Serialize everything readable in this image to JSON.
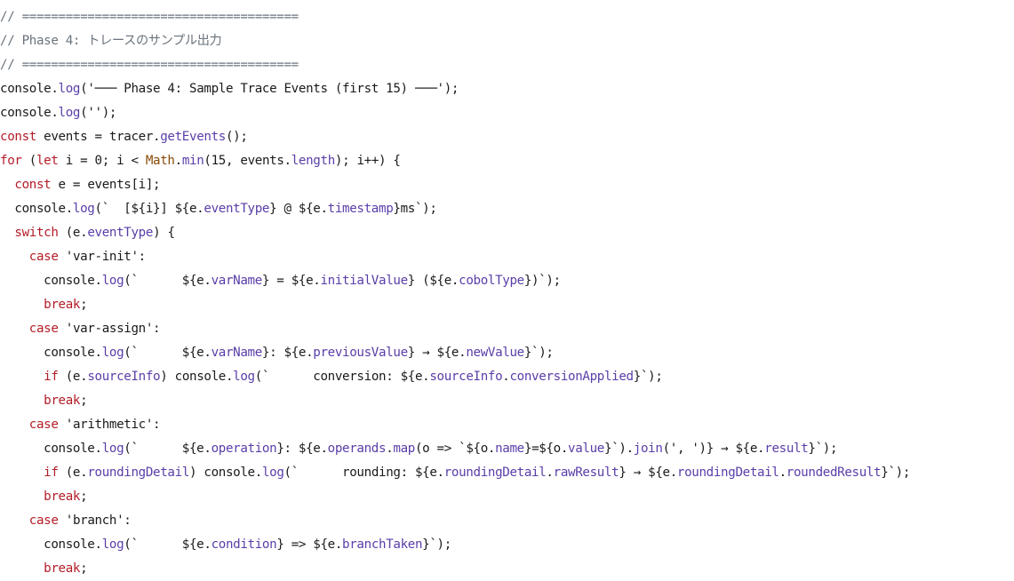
{
  "editor": {
    "lines": [
      [
        {
          "t": "// ======================================",
          "k": "comment"
        }
      ],
      [
        {
          "t": "// Phase 4: トレースのサンプル出力",
          "k": "comment"
        }
      ],
      [
        {
          "t": "// ======================================",
          "k": "comment"
        }
      ],
      [
        {
          "t": "console.",
          "k": "plain"
        },
        {
          "t": "log",
          "k": "property"
        },
        {
          "t": "('─── Phase 4: Sample Trace Events (first 15) ───');",
          "k": "plain"
        }
      ],
      [
        {
          "t": "console.",
          "k": "plain"
        },
        {
          "t": "log",
          "k": "property"
        },
        {
          "t": "('');",
          "k": "plain"
        }
      ],
      [
        {
          "t": "const",
          "k": "keyword"
        },
        {
          "t": " events = tracer.",
          "k": "plain"
        },
        {
          "t": "getEvents",
          "k": "property"
        },
        {
          "t": "();",
          "k": "plain"
        }
      ],
      [
        {
          "t": "for",
          "k": "keyword"
        },
        {
          "t": " (",
          "k": "plain"
        },
        {
          "t": "let",
          "k": "keyword"
        },
        {
          "t": " i = 0; i < ",
          "k": "plain"
        },
        {
          "t": "Math",
          "k": "builtin"
        },
        {
          "t": ".",
          "k": "plain"
        },
        {
          "t": "min",
          "k": "property"
        },
        {
          "t": "(15, events.",
          "k": "plain"
        },
        {
          "t": "length",
          "k": "property"
        },
        {
          "t": "); i++) {",
          "k": "plain"
        }
      ],
      [
        {
          "t": "  ",
          "k": "plain"
        },
        {
          "t": "const",
          "k": "keyword"
        },
        {
          "t": " e = events[i];",
          "k": "plain"
        }
      ],
      [
        {
          "t": "  console.",
          "k": "plain"
        },
        {
          "t": "log",
          "k": "property"
        },
        {
          "t": "(`  [${i}] ${e.",
          "k": "plain"
        },
        {
          "t": "eventType",
          "k": "property"
        },
        {
          "t": "} @ ${e.",
          "k": "plain"
        },
        {
          "t": "timestamp",
          "k": "property"
        },
        {
          "t": "}ms`);",
          "k": "plain"
        }
      ],
      [
        {
          "t": "  ",
          "k": "plain"
        },
        {
          "t": "switch",
          "k": "keyword"
        },
        {
          "t": " (e.",
          "k": "plain"
        },
        {
          "t": "eventType",
          "k": "property"
        },
        {
          "t": ") {",
          "k": "plain"
        }
      ],
      [
        {
          "t": "    ",
          "k": "plain"
        },
        {
          "t": "case",
          "k": "keyword"
        },
        {
          "t": " 'var-init':",
          "k": "plain"
        }
      ],
      [
        {
          "t": "      console.",
          "k": "plain"
        },
        {
          "t": "log",
          "k": "property"
        },
        {
          "t": "(`      ${e.",
          "k": "plain"
        },
        {
          "t": "varName",
          "k": "property"
        },
        {
          "t": "} = ${e.",
          "k": "plain"
        },
        {
          "t": "initialValue",
          "k": "property"
        },
        {
          "t": "} (${e.",
          "k": "plain"
        },
        {
          "t": "cobolType",
          "k": "property"
        },
        {
          "t": "})`);",
          "k": "plain"
        }
      ],
      [
        {
          "t": "      ",
          "k": "plain"
        },
        {
          "t": "break",
          "k": "keyword"
        },
        {
          "t": ";",
          "k": "plain"
        }
      ],
      [
        {
          "t": "    ",
          "k": "plain"
        },
        {
          "t": "case",
          "k": "keyword"
        },
        {
          "t": " 'var-assign':",
          "k": "plain"
        }
      ],
      [
        {
          "t": "      console.",
          "k": "plain"
        },
        {
          "t": "log",
          "k": "property"
        },
        {
          "t": "(`      ${e.",
          "k": "plain"
        },
        {
          "t": "varName",
          "k": "property"
        },
        {
          "t": "}: ${e.",
          "k": "plain"
        },
        {
          "t": "previousValue",
          "k": "property"
        },
        {
          "t": "} → ${e.",
          "k": "plain"
        },
        {
          "t": "newValue",
          "k": "property"
        },
        {
          "t": "}`);",
          "k": "plain"
        }
      ],
      [
        {
          "t": "      ",
          "k": "plain"
        },
        {
          "t": "if",
          "k": "keyword"
        },
        {
          "t": " (e.",
          "k": "plain"
        },
        {
          "t": "sourceInfo",
          "k": "property"
        },
        {
          "t": ") console.",
          "k": "plain"
        },
        {
          "t": "log",
          "k": "property"
        },
        {
          "t": "(`      conversion: ${e.",
          "k": "plain"
        },
        {
          "t": "sourceInfo",
          "k": "property"
        },
        {
          "t": ".",
          "k": "plain"
        },
        {
          "t": "conversionApplied",
          "k": "property"
        },
        {
          "t": "}`);",
          "k": "plain"
        }
      ],
      [
        {
          "t": "      ",
          "k": "plain"
        },
        {
          "t": "break",
          "k": "keyword"
        },
        {
          "t": ";",
          "k": "plain"
        }
      ],
      [
        {
          "t": "    ",
          "k": "plain"
        },
        {
          "t": "case",
          "k": "keyword"
        },
        {
          "t": " 'arithmetic':",
          "k": "plain"
        }
      ],
      [
        {
          "t": "      console.",
          "k": "plain"
        },
        {
          "t": "log",
          "k": "property"
        },
        {
          "t": "(`      ${e.",
          "k": "plain"
        },
        {
          "t": "operation",
          "k": "property"
        },
        {
          "t": "}: ${e.",
          "k": "plain"
        },
        {
          "t": "operands",
          "k": "property"
        },
        {
          "t": ".",
          "k": "plain"
        },
        {
          "t": "map",
          "k": "property"
        },
        {
          "t": "(o => `${o.",
          "k": "plain"
        },
        {
          "t": "name",
          "k": "property"
        },
        {
          "t": "}=${o.",
          "k": "plain"
        },
        {
          "t": "value",
          "k": "property"
        },
        {
          "t": "}`).",
          "k": "plain"
        },
        {
          "t": "join",
          "k": "property"
        },
        {
          "t": "(', ')} → ${e.",
          "k": "plain"
        },
        {
          "t": "result",
          "k": "property"
        },
        {
          "t": "}`);",
          "k": "plain"
        }
      ],
      [
        {
          "t": "      ",
          "k": "plain"
        },
        {
          "t": "if",
          "k": "keyword"
        },
        {
          "t": " (e.",
          "k": "plain"
        },
        {
          "t": "roundingDetail",
          "k": "property"
        },
        {
          "t": ") console.",
          "k": "plain"
        },
        {
          "t": "log",
          "k": "property"
        },
        {
          "t": "(`      rounding: ${e.",
          "k": "plain"
        },
        {
          "t": "roundingDetail",
          "k": "property"
        },
        {
          "t": ".",
          "k": "plain"
        },
        {
          "t": "rawResult",
          "k": "property"
        },
        {
          "t": "} → ${e.",
          "k": "plain"
        },
        {
          "t": "roundingDetail",
          "k": "property"
        },
        {
          "t": ".",
          "k": "plain"
        },
        {
          "t": "roundedResult",
          "k": "property"
        },
        {
          "t": "}`);",
          "k": "plain"
        }
      ],
      [
        {
          "t": "      ",
          "k": "plain"
        },
        {
          "t": "break",
          "k": "keyword"
        },
        {
          "t": ";",
          "k": "plain"
        }
      ],
      [
        {
          "t": "    ",
          "k": "plain"
        },
        {
          "t": "case",
          "k": "keyword"
        },
        {
          "t": " 'branch':",
          "k": "plain"
        }
      ],
      [
        {
          "t": "      console.",
          "k": "plain"
        },
        {
          "t": "log",
          "k": "property"
        },
        {
          "t": "(`      ${e.",
          "k": "plain"
        },
        {
          "t": "condition",
          "k": "property"
        },
        {
          "t": "} => ${e.",
          "k": "plain"
        },
        {
          "t": "branchTaken",
          "k": "property"
        },
        {
          "t": "}`);",
          "k": "plain"
        }
      ],
      [
        {
          "t": "      ",
          "k": "plain"
        },
        {
          "t": "break",
          "k": "keyword"
        },
        {
          "t": ";",
          "k": "plain"
        }
      ]
    ]
  }
}
